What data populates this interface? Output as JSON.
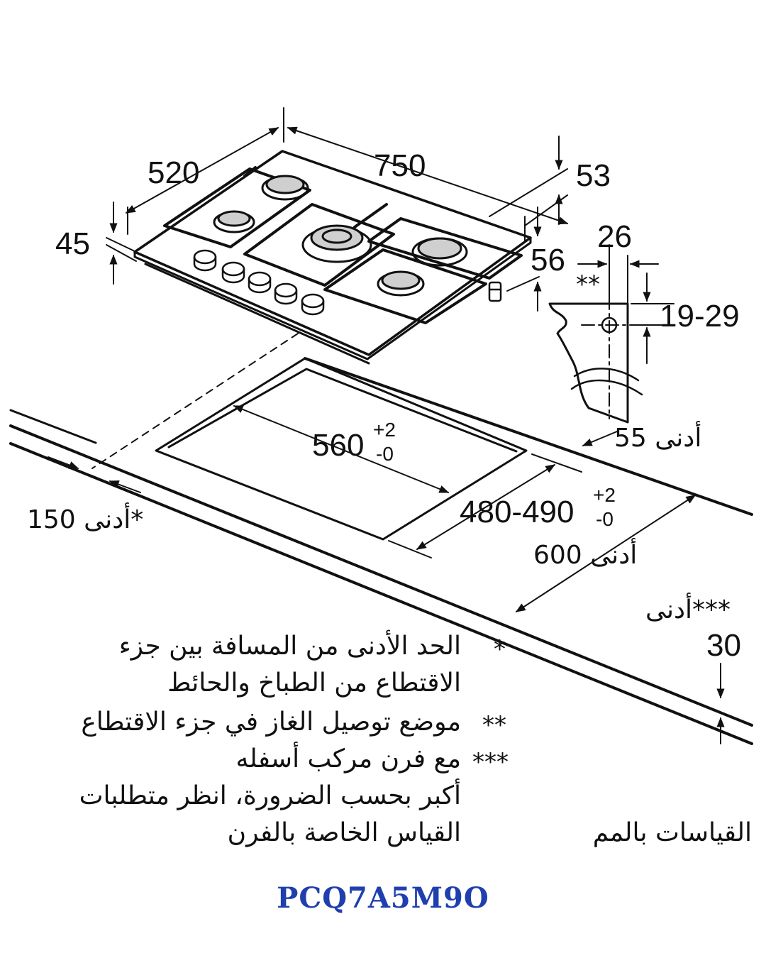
{
  "dimensions": {
    "d520": "520",
    "d750": "750",
    "d53": "53",
    "d45": "45",
    "d56": "56",
    "d26": "26",
    "d1929": "19-29",
    "d560": "560",
    "d560_tol_plus": "+2",
    "d560_tol_minus": "-0",
    "d480490": "480-490",
    "d480490_tol_plus": "+2",
    "d480490_tol_minus": "-0",
    "double_star": "**"
  },
  "labels": {
    "min55": "أدنى 55",
    "min150": "*أدنى 150",
    "min600": "أدنى 600",
    "min30_label": "***أدنى",
    "min30_value": "30"
  },
  "notes": [
    {
      "marker": "*",
      "text": "الحد الأدنى من المسافة بين جزء"
    },
    {
      "marker": "",
      "text": "الاقتطاع من الطباخ والحائط"
    },
    {
      "marker": "**",
      "text": "موضع توصيل الغاز في جزء الاقتطاع"
    },
    {
      "marker": "***",
      "text": "مع فرن مركب أسفله"
    },
    {
      "marker": "",
      "text": "أكبر بحسب الضرورة، انظر متطلبات"
    },
    {
      "marker": "",
      "text": "القياس الخاصة بالفرن"
    }
  ],
  "units_note": "القياسات بالمم",
  "model": "PCQ7A5M9O"
}
